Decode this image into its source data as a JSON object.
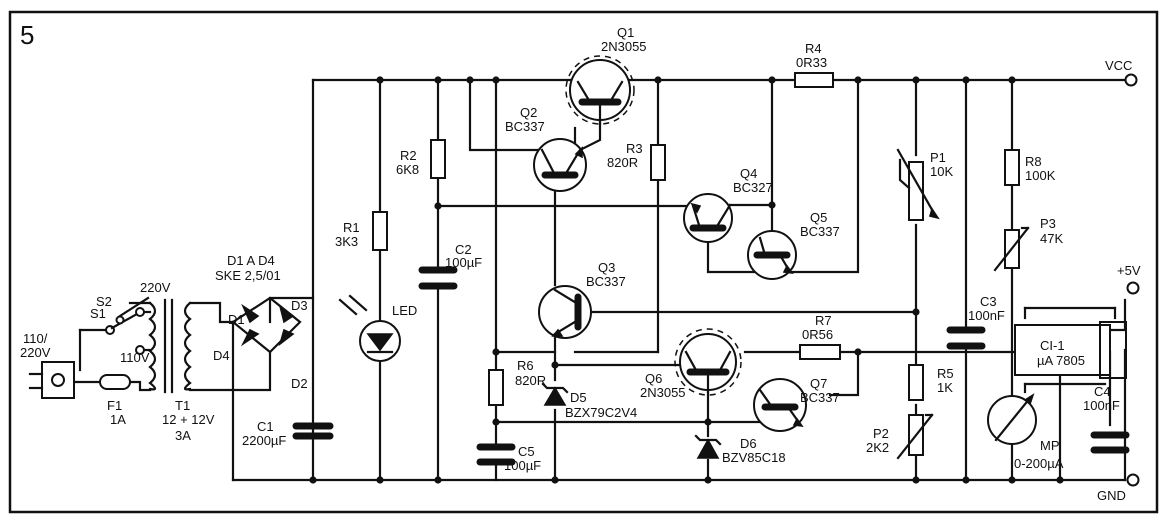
{
  "figure_number": "5",
  "rails": {
    "vcc": "VCC",
    "plus5": "+5V",
    "gnd": "GND"
  },
  "inputs": {
    "mains": "110/\n220V",
    "s1": "S1",
    "s2": "S2",
    "tap220": "220V",
    "tap110": "110V"
  },
  "fuse": {
    "name": "F1",
    "value": "1A"
  },
  "transformer": {
    "name": "T1",
    "value": "12 + 12V",
    "current": "3A"
  },
  "bridge": {
    "title": "D1 A D4",
    "part": "SKE 2,5/01",
    "d1": "D1",
    "d2": "D2",
    "d3": "D3",
    "d4": "D4"
  },
  "capacitors": {
    "c1": {
      "name": "C1",
      "value": "2200µF"
    },
    "c2": {
      "name": "C2",
      "value": "100µF"
    },
    "c3": {
      "name": "C3",
      "value": "100nF"
    },
    "c4": {
      "name": "C4",
      "value": "100nF"
    },
    "c5": {
      "name": "C5",
      "value": "100µF"
    }
  },
  "resistors": {
    "r1": {
      "name": "R1",
      "value": "3K3"
    },
    "r2": {
      "name": "R2",
      "value": "6K8"
    },
    "r3": {
      "name": "R3",
      "value": "820R"
    },
    "r4": {
      "name": "R4",
      "value": "0R33"
    },
    "r5": {
      "name": "R5",
      "value": "1K"
    },
    "r6": {
      "name": "R6",
      "value": "820R"
    },
    "r7": {
      "name": "R7",
      "value": "0R56"
    },
    "r8": {
      "name": "R8",
      "value": "100K"
    }
  },
  "pots": {
    "p1": {
      "name": "P1",
      "value": "10K"
    },
    "p2": {
      "name": "P2",
      "value": "2K2"
    },
    "p3": {
      "name": "P3",
      "value": "47K"
    }
  },
  "transistors": {
    "q1": {
      "name": "Q1",
      "value": "2N3055"
    },
    "q2": {
      "name": "Q2",
      "value": "BC337"
    },
    "q3": {
      "name": "Q3",
      "value": "BC337"
    },
    "q4": {
      "name": "Q4",
      "value": "BC327"
    },
    "q5": {
      "name": "Q5",
      "value": "BC337"
    },
    "q6": {
      "name": "Q6",
      "value": "2N3055"
    },
    "q7": {
      "name": "Q7",
      "value": "BC337"
    }
  },
  "zeners": {
    "d5": {
      "name": "D5",
      "value": "BZX79C2V4"
    },
    "d6": {
      "name": "D6",
      "value": "BZV85C18"
    }
  },
  "led": "LED",
  "regulator": {
    "name": "CI-1",
    "value": "µA 7805"
  },
  "meter": {
    "name": "MP",
    "value": "0-200µA"
  }
}
